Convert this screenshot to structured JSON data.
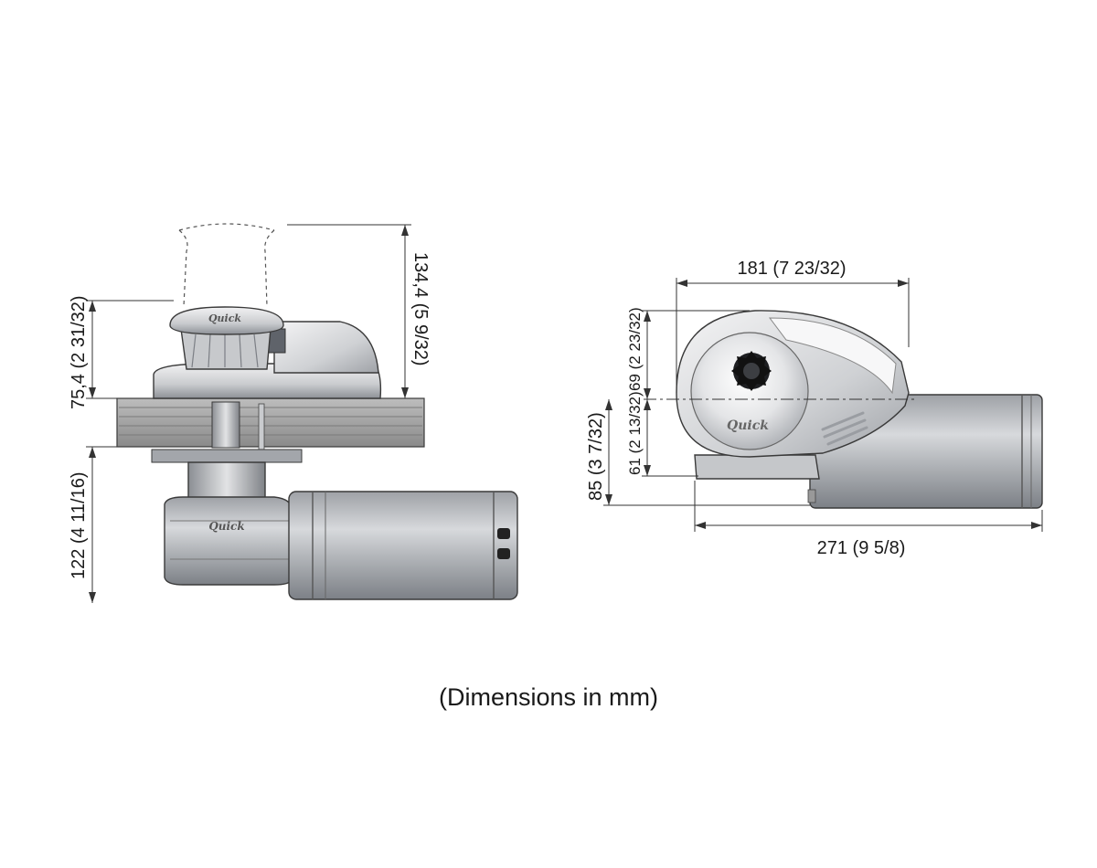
{
  "caption": "(Dimensions in mm)",
  "brand": "Quick",
  "side_view": {
    "dim_total_height": "134,4 (5 9/32)",
    "dim_above_deck": "75,4 (2 31/32)",
    "dim_below_deck": "122 (4 11/16)"
  },
  "top_view": {
    "dim_width": "181 (7 23/32)",
    "dim_length": "271 (9 5/8)",
    "dim_upper": "69 (2 23/32)",
    "dim_lower": "61 (2 13/32)",
    "dim_lower_total": "85 (3 7/32)"
  },
  "colors": {
    "metal_light": "#e6e6e8",
    "metal_mid": "#b9bbbe",
    "metal_dark": "#7d8086",
    "deck": "#9a9a9a",
    "line": "#333333"
  }
}
